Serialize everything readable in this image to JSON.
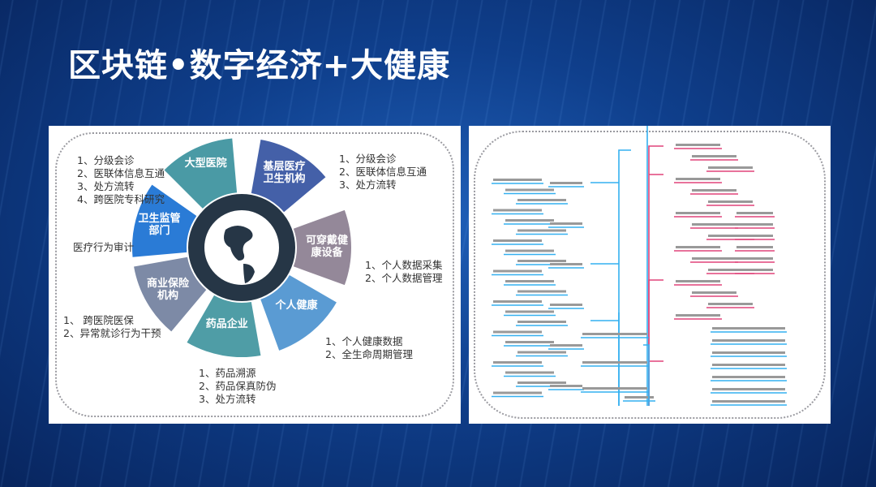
{
  "title": "区块链•数字经济+大健康",
  "diagram": {
    "segments": [
      {
        "label": "大型医院",
        "color": "#4a9aa5"
      },
      {
        "label": "基层医疗卫生机构",
        "color": "#4460a8"
      },
      {
        "label": "可穿戴健康设备",
        "color": "#948899"
      },
      {
        "label": "个人健康",
        "color": "#5a9bd3"
      },
      {
        "label": "药品企业",
        "color": "#4f9da6"
      },
      {
        "label": "商业保险机构",
        "color": "#7d8aa6"
      },
      {
        "label": "卫生监管部门",
        "color": "#2a7bd6"
      }
    ],
    "lists": {
      "large_hospital": [
        "1、分级会诊",
        "2、医联体信息互通",
        "3、处方流转",
        "4、跨医院专科研究"
      ],
      "primary_care": [
        "1、分级会诊",
        "2、医联体信息互通",
        "3、处方流转"
      ],
      "wearable": [
        "1、个人数据采集",
        "2、个人数据管理"
      ],
      "personal": [
        "1、个人健康数据",
        "2、全生命周期管理"
      ],
      "pharma": [
        "1、药品溯源",
        "2、药品保真防伪",
        "3、处方流转"
      ],
      "insurance": [
        "1、 跨医院医保",
        "2、异常就诊行为干预"
      ],
      "regulator": [
        "医疗行为审计"
      ]
    }
  }
}
